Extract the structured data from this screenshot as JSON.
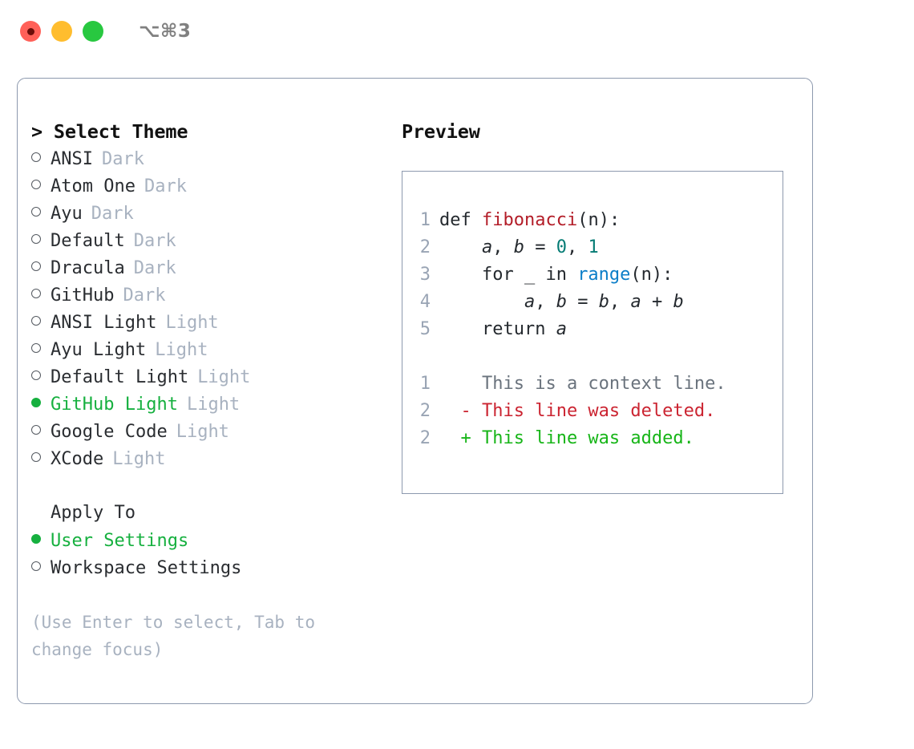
{
  "titlebar": {
    "shortcut": "⌥⌘3",
    "lights": [
      "close-red",
      "minimize-yellow",
      "maximize-green"
    ]
  },
  "left": {
    "header": "> Select Theme",
    "themes": [
      {
        "name": "ANSI",
        "badge": "Dark",
        "selected": false
      },
      {
        "name": "Atom One",
        "badge": "Dark",
        "selected": false
      },
      {
        "name": "Ayu",
        "badge": "Dark",
        "selected": false
      },
      {
        "name": "Default",
        "badge": "Dark",
        "selected": false
      },
      {
        "name": "Dracula",
        "badge": "Dark",
        "selected": false
      },
      {
        "name": "GitHub",
        "badge": "Dark",
        "selected": false
      },
      {
        "name": "ANSI Light",
        "badge": "Light",
        "selected": false
      },
      {
        "name": "Ayu Light",
        "badge": "Light",
        "selected": false
      },
      {
        "name": "Default Light",
        "badge": "Light",
        "selected": false
      },
      {
        "name": "GitHub Light",
        "badge": "Light",
        "selected": true
      },
      {
        "name": "Google Code",
        "badge": "Light",
        "selected": false
      },
      {
        "name": "XCode",
        "badge": "Light",
        "selected": false
      }
    ],
    "apply_to_header": "Apply To",
    "apply_to": [
      {
        "name": "User Settings",
        "badge": "",
        "selected": true
      },
      {
        "name": "Workspace Settings",
        "badge": "",
        "selected": false
      }
    ],
    "hint": "(Use Enter to select, Tab to change focus)"
  },
  "right": {
    "header": "Preview",
    "code_lines": [
      {
        "no": "1",
        "tokens": [
          {
            "t": "def ",
            "c": "tok-kw"
          },
          {
            "t": "fibonacci",
            "c": "tok-fn"
          },
          {
            "t": "(n):",
            "c": "tok-plain"
          }
        ]
      },
      {
        "no": "2",
        "tokens": [
          {
            "t": "    ",
            "c": "tok-plain"
          },
          {
            "t": "a",
            "c": "tok-var"
          },
          {
            "t": ", ",
            "c": "tok-plain"
          },
          {
            "t": "b",
            "c": "tok-var"
          },
          {
            "t": " = ",
            "c": "tok-plain"
          },
          {
            "t": "0",
            "c": "tok-num"
          },
          {
            "t": ", ",
            "c": "tok-plain"
          },
          {
            "t": "1",
            "c": "tok-num"
          }
        ]
      },
      {
        "no": "3",
        "tokens": [
          {
            "t": "    for _ in ",
            "c": "tok-kw"
          },
          {
            "t": "range",
            "c": "tok-call"
          },
          {
            "t": "(n):",
            "c": "tok-plain"
          }
        ]
      },
      {
        "no": "4",
        "tokens": [
          {
            "t": "        ",
            "c": "tok-plain"
          },
          {
            "t": "a",
            "c": "tok-var"
          },
          {
            "t": ", ",
            "c": "tok-plain"
          },
          {
            "t": "b",
            "c": "tok-var"
          },
          {
            "t": " = ",
            "c": "tok-plain"
          },
          {
            "t": "b",
            "c": "tok-var"
          },
          {
            "t": ", ",
            "c": "tok-plain"
          },
          {
            "t": "a",
            "c": "tok-var"
          },
          {
            "t": " + ",
            "c": "tok-plain"
          },
          {
            "t": "b",
            "c": "tok-var"
          }
        ]
      },
      {
        "no": "5",
        "tokens": [
          {
            "t": "    return ",
            "c": "tok-kw"
          },
          {
            "t": "a",
            "c": "tok-var"
          }
        ]
      }
    ],
    "diff_lines": [
      {
        "no": "1",
        "marker": "  ",
        "text": "This is a context line.",
        "kind": "diff-ctx"
      },
      {
        "no": "2",
        "marker": "- ",
        "text": "This line was deleted.",
        "kind": "diff-del"
      },
      {
        "no": "2",
        "marker": "+ ",
        "text": "This line was added.",
        "kind": "diff-add"
      }
    ]
  },
  "colors": {
    "accent_green": "#16b03f",
    "badge_gray": "#a8b2c0",
    "border": "#8d99ae",
    "diff_add": "#17b518",
    "diff_del": "#cb2431",
    "diff_ctx": "#6a737d",
    "fn_red": "#b31d28",
    "num_teal": "#047b74",
    "call_blue": "#0b7ec8"
  }
}
